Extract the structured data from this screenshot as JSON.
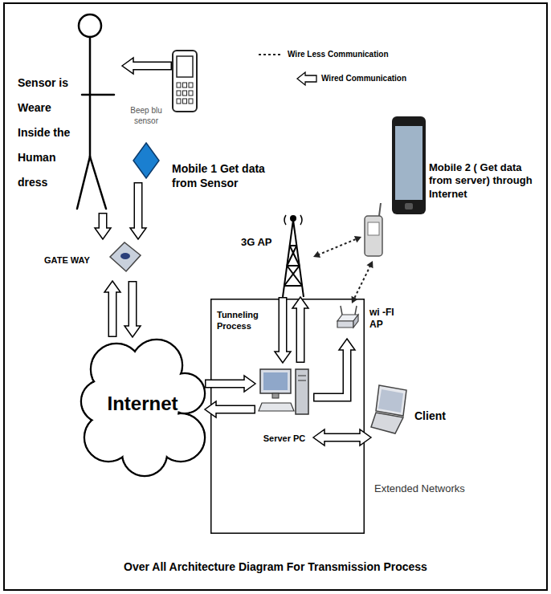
{
  "diagram": {
    "caption": "Over All Architecture Diagram For Transmission Process",
    "nodes": [
      {
        "text": [
          "Sensor is Weare Inside the Human dress"
        ]
      },
      {
        "text": [
          "Beep blu sensor"
        ]
      },
      {
        "text": [
          "Mobile 1 Get data from Sensor"
        ]
      },
      {
        "text": [
          "GATE WAY"
        ]
      },
      {
        "text": [
          "Internet"
        ]
      },
      {
        "text": [
          "Tunneling Process"
        ]
      },
      {
        "text": [
          "Server PC"
        ],
        "in": 5
      },
      {
        "text": [
          "3G AP"
        ]
      },
      {
        "text": [
          "wi -FI AP"
        ]
      },
      {
        "text": [
          "Mobile 2 ( Get data from server) through Internet"
        ]
      },
      {
        "text": [
          "Client"
        ]
      }
    ],
    "edges": [
      {
        "from": 2,
        "to": 0,
        "arrow": "to"
      },
      {
        "from": 0,
        "to": 3,
        "arrow": "to"
      },
      {
        "from": 1,
        "to": 3,
        "arrow": "to"
      },
      {
        "from": 3,
        "to": 4,
        "arrow": "to"
      },
      {
        "from": 4,
        "to": 3,
        "arrow": "to"
      },
      {
        "from": 4,
        "to": 6,
        "arrow": "to"
      },
      {
        "from": 6,
        "to": 4,
        "arrow": "to"
      },
      {
        "from": 7,
        "to": 6,
        "arrow": "to"
      },
      {
        "from": 6,
        "to": 7,
        "arrow": "to"
      },
      {
        "from": 6,
        "to": 8,
        "arrow": "to"
      },
      {
        "from": 6,
        "to": 10,
        "arrow": "both"
      },
      {
        "from": 7,
        "to": 9,
        "arrow": "both"
      },
      {
        "from": 9,
        "to": 8,
        "arrow": "both"
      }
    ],
    "labels": [
      "Extended Networks"
    ],
    "legend": [
      {
        "text": "Wire Less Communication"
      },
      {
        "text": "Wired Communication"
      }
    ]
  }
}
